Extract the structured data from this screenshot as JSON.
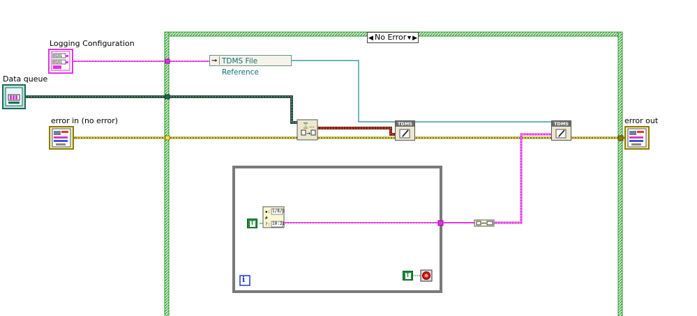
{
  "labels": {
    "logging_configuration": "Logging Configuration",
    "data_queue": "Data queue",
    "error_in": "error in (no error)",
    "error_out": "error out"
  },
  "case_structure": {
    "selector_value": "No Error",
    "selector_left": "◀",
    "selector_right": "▼▶"
  },
  "tdms_file_reference": "TDMS File Reference",
  "tdms_node_header": "TDMS",
  "while_loop": {
    "iteration_terminal": "i",
    "true_constant": "T"
  },
  "timestamp_fields": {
    "date": "1/8/3",
    "time": "10:21"
  },
  "colors": {
    "cluster_wire": "#e331e3",
    "error_wire": "#c8b400",
    "refnum_wire": "#138a8a",
    "queue_wire": "#1c6b5a",
    "case_border": "#2f9b2f",
    "loop_border": "#7a7a7a"
  }
}
